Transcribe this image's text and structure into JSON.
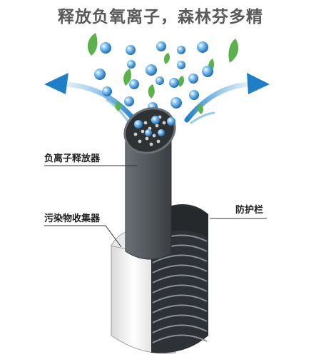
{
  "headline": "释放负氧离子，森林芬多精",
  "labels": {
    "ionizer": "负离子释放器",
    "collector": "污染物收集器",
    "guard": "防护栏"
  },
  "colors": {
    "arrow": "#1e7fc6",
    "leaf": "#5cb24a",
    "ion": "#3a9be6",
    "tube": "#4f5459",
    "guard": "#2e3236"
  },
  "icons": [
    "leaf-icon",
    "ion-bubble-icon",
    "airflow-arrow-icon"
  ]
}
